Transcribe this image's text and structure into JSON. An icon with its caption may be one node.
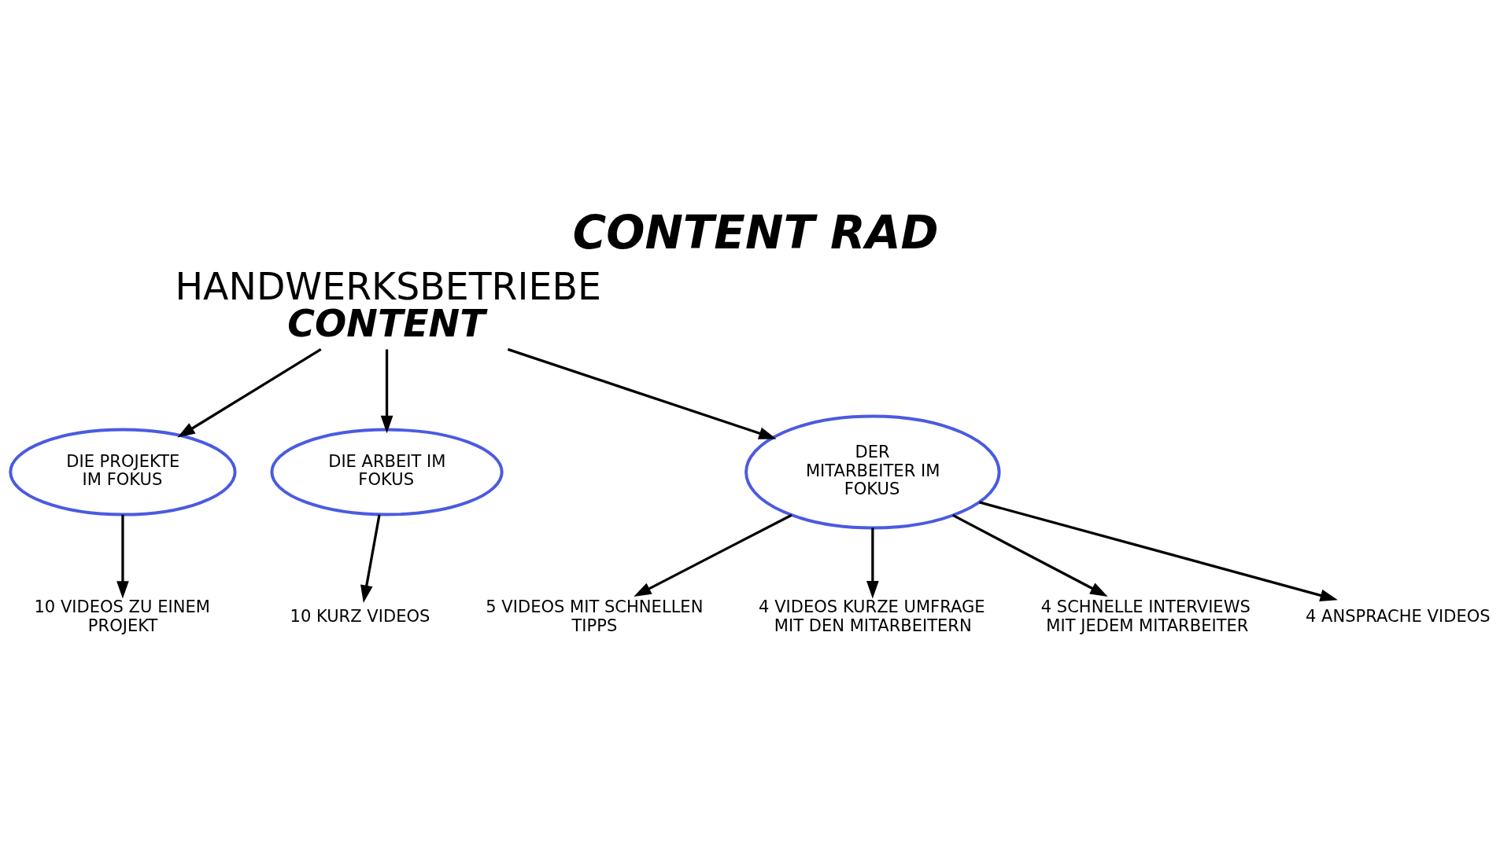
{
  "diagram": {
    "title": "CONTENT RAD",
    "nodes": [
      {
        "text": [
          "HANDWERKSBETRIEBE",
          "CONTENT"
        ]
      },
      {
        "text": [
          "DIE PROJEKTE IM FOKUS"
        ]
      },
      {
        "text": [
          "DIE ARBEIT IM FOKUS"
        ]
      },
      {
        "text": [
          "DER MITARBEITER IM FOKUS"
        ]
      },
      {
        "text": [
          "10 VIDEOS ZU EINEM PROJEKT"
        ]
      },
      {
        "text": [
          "10 KURZ VIDEOS"
        ]
      },
      {
        "text": [
          "5 VIDEOS MIT SCHNELLEN TIPPS"
        ]
      },
      {
        "text": [
          "4 VIDEOS KURZE UMFRAGE MIT DEN MITARBEITERN"
        ]
      },
      {
        "text": [
          "4 SCHNELLE INTERVIEWS MIT JEDEM MITARBEITER"
        ]
      },
      {
        "text": [
          "4 ANSPRACHE VIDEOS"
        ]
      }
    ],
    "edges": [
      {
        "from": 0,
        "to": 1,
        "arrow": "to"
      },
      {
        "from": 0,
        "to": 2,
        "arrow": "to"
      },
      {
        "from": 0,
        "to": 3,
        "arrow": "to"
      },
      {
        "from": 1,
        "to": 4,
        "arrow": "to"
      },
      {
        "from": 2,
        "to": 5,
        "arrow": "to"
      },
      {
        "from": 3,
        "to": 6,
        "arrow": "to"
      },
      {
        "from": 3,
        "to": 7,
        "arrow": "to"
      },
      {
        "from": 3,
        "to": 8,
        "arrow": "to"
      },
      {
        "from": 3,
        "to": 9,
        "arrow": "to"
      }
    ]
  }
}
